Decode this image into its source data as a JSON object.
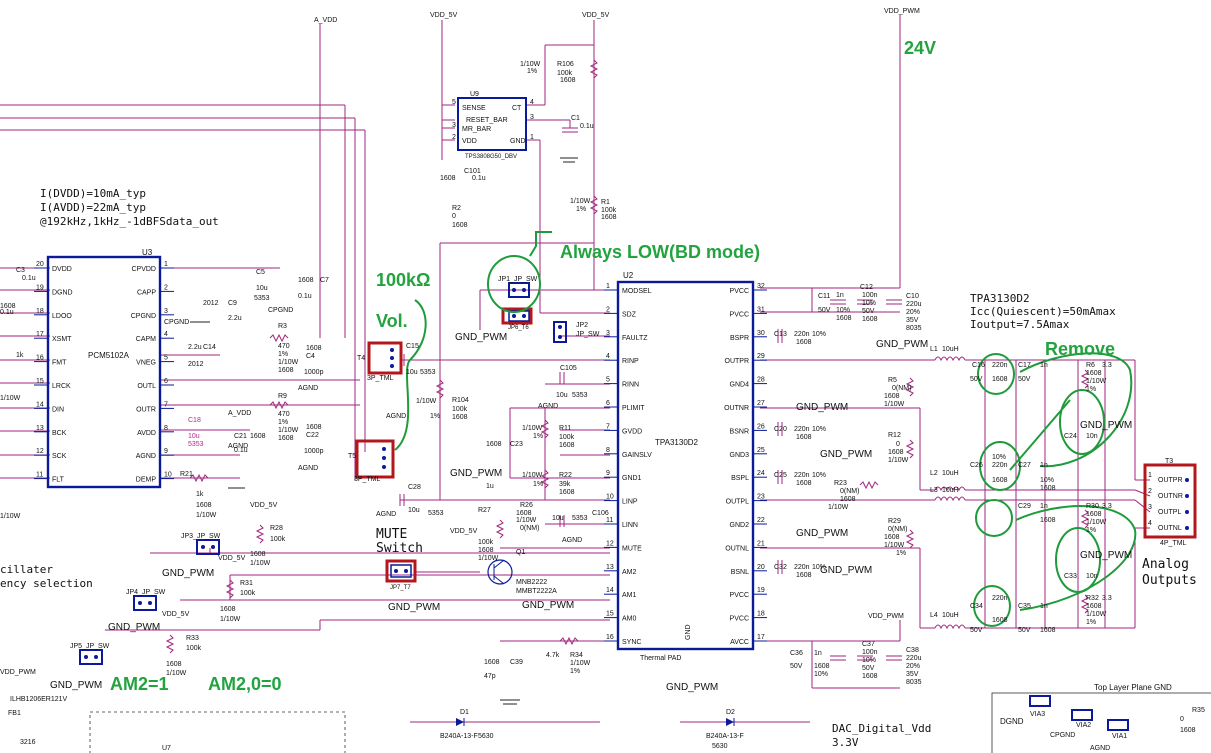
{
  "annotations": {
    "v24": "24V",
    "always_low": "Always LOW(BD mode)",
    "r100k": "100kΩ",
    "vol": "Vol.",
    "remove": "Remove",
    "am2_1": "AM2=1",
    "am20_0": "AM2,0=0",
    "analog_1": "Analog",
    "analog_2": "Outputs"
  },
  "notes": {
    "idvdd": "I(DVDD)=10mA_typ",
    "iavdd": "I(AVDD)=22mA_typ",
    "cond": "@192kHz,1kHz_-1dBFSdata_out",
    "tpa_1": "TPA3130D2",
    "tpa_2": "Icc(Quiescent)=50mAmax",
    "tpa_3": "Ioutput=7.5Amax",
    "mute_1": "MUTE",
    "mute_2": "Switch",
    "osc_1": "cillater",
    "osc_2": "ency selection",
    "dac_1": "DAC_Digital_Vdd",
    "dac_2": "3.3V"
  },
  "nets": {
    "a_vdd_top": "A_VDD",
    "vdd5_a": "VDD_5V",
    "vdd5_b": "VDD_5V",
    "vdd_pwm": "VDD_PWM",
    "vdd_pwm2": "VDD_PWM",
    "a_vdd2": "A_VDD",
    "vdd5_jp3": "VDD_5V",
    "vdd5_jp4": "VDD_5V",
    "vdd5_jp5": "VDD_5V",
    "vdd5_r27": "VDD_5V",
    "vdd_pwm_l": "VDD_PWM",
    "gnd_pwm": [
      "GND_PWM",
      "GND_PWM",
      "GND_PWM",
      "GND_PWM",
      "GND_PWM",
      "GND_PWM",
      "GND_PWM",
      "GND_PWM",
      "GND_PWM",
      "GND_PWM",
      "GND_PWM",
      "GND_PWM",
      "GND_PWM",
      "GND_PWM",
      "GND_PWM"
    ],
    "agnd": [
      "AGND",
      "AGND",
      "AGND",
      "AGND",
      "AGND",
      "AGND",
      "AGND",
      "AGND"
    ],
    "cpgnd": [
      "CPGND",
      "CPGND",
      "CPGND"
    ],
    "dgnd": "DGND",
    "plane": "Top Layer Plane GND"
  },
  "u3": {
    "ref": "U3",
    "name": "PCM5102A",
    "left_pins": [
      {
        "num": "20",
        "name": "DVDD"
      },
      {
        "num": "19",
        "name": "DGND"
      },
      {
        "num": "18",
        "name": "LDOO"
      },
      {
        "num": "17",
        "name": "XSMT"
      },
      {
        "num": "16",
        "name": "FMT"
      },
      {
        "num": "15",
        "name": "LRCK"
      },
      {
        "num": "14",
        "name": "DIN"
      },
      {
        "num": "13",
        "name": "BCK"
      },
      {
        "num": "12",
        "name": "SCK"
      },
      {
        "num": "11",
        "name": "FLT"
      }
    ],
    "right_pins": [
      {
        "num": "1",
        "name": "CPVDD"
      },
      {
        "num": "2",
        "name": "CAPP"
      },
      {
        "num": "3",
        "name": "CPGND"
      },
      {
        "num": "4",
        "name": "CAPM"
      },
      {
        "num": "5",
        "name": "VNEG"
      },
      {
        "num": "6",
        "name": "OUTL"
      },
      {
        "num": "7",
        "name": "OUTR"
      },
      {
        "num": "8",
        "name": "AVDD"
      },
      {
        "num": "9",
        "name": "AGND"
      },
      {
        "num": "10",
        "name": "DEMP"
      }
    ]
  },
  "u2": {
    "ref": "U2",
    "name": "TPA3130D2",
    "thermal": "Thermal PAD",
    "gnd": "GND",
    "left_pins": [
      {
        "num": "1",
        "name": "MODSEL"
      },
      {
        "num": "2",
        "name": "SDZ"
      },
      {
        "num": "3",
        "name": "FAULTZ"
      },
      {
        "num": "4",
        "name": "RINP"
      },
      {
        "num": "5",
        "name": "RINN"
      },
      {
        "num": "6",
        "name": "PLIMIT"
      },
      {
        "num": "7",
        "name": "GVDD"
      },
      {
        "num": "8",
        "name": "GAINSLV"
      },
      {
        "num": "9",
        "name": "GND1"
      },
      {
        "num": "10",
        "name": "LINP"
      },
      {
        "num": "11",
        "name": "LINN"
      },
      {
        "num": "12",
        "name": "MUTE"
      },
      {
        "num": "13",
        "name": "AM2"
      },
      {
        "num": "14",
        "name": "AM1"
      },
      {
        "num": "15",
        "name": "AM0"
      },
      {
        "num": "16",
        "name": "SYNC"
      }
    ],
    "right_pins": [
      {
        "num": "32",
        "name": "PVCC"
      },
      {
        "num": "31",
        "name": "PVCC"
      },
      {
        "num": "30",
        "name": "BSPR"
      },
      {
        "num": "29",
        "name": "OUTPR"
      },
      {
        "num": "28",
        "name": "GND4"
      },
      {
        "num": "27",
        "name": "OUTNR"
      },
      {
        "num": "26",
        "name": "BSNR"
      },
      {
        "num": "25",
        "name": "GND3"
      },
      {
        "num": "24",
        "name": "BSPL"
      },
      {
        "num": "23",
        "name": "OUTPL"
      },
      {
        "num": "22",
        "name": "GND2"
      },
      {
        "num": "21",
        "name": "OUTNL"
      },
      {
        "num": "20",
        "name": "BSNL"
      },
      {
        "num": "19",
        "name": "PVCC"
      },
      {
        "num": "18",
        "name": "PVCC"
      },
      {
        "num": "17",
        "name": "AVCC"
      }
    ]
  },
  "u9": {
    "ref": "U9",
    "part": "TPS3808G50_DBV",
    "pins": [
      {
        "num": "5",
        "name": "SENSE"
      },
      {
        "num": "3",
        "name": "RESET_BAR"
      },
      {
        "num": "3",
        "name": "MR_BAR"
      },
      {
        "num": "2",
        "name": "VDD"
      },
      {
        "num": "4",
        "name": "CT"
      },
      {
        "num": "1",
        "name": "GND"
      }
    ]
  },
  "t3": {
    "ref": "T3",
    "part": "4P_TML",
    "pins": [
      {
        "num": "1",
        "name": "OUTPR"
      },
      {
        "num": "2",
        "name": "OUTNR"
      },
      {
        "num": "3",
        "name": "OUTPL"
      },
      {
        "num": "4",
        "name": "OUTNL"
      }
    ]
  },
  "parts": {
    "r106": [
      "R106",
      "100k",
      "1%",
      "1608",
      "1/10W"
    ],
    "c101": [
      "C101",
      "0.1u",
      "1608"
    ],
    "r2": [
      "R2",
      "0",
      "1608"
    ],
    "r1": [
      "R1",
      "100k",
      "1%",
      "1608",
      "1/10W"
    ],
    "c1": [
      "C1",
      "0.1u",
      "1608"
    ],
    "jp1": [
      "JP1_JP_SW"
    ],
    "jp6": [
      "JP6_T6"
    ],
    "jp2": [
      "JP2",
      "JP_SW"
    ],
    "jp3": [
      "JP3_JP_SW"
    ],
    "jp4": [
      "JP4_JP_SW"
    ],
    "jp5": [
      "JP5_JP_SW"
    ],
    "jp7": [
      "JP7_T7"
    ],
    "t4": [
      "T4",
      "3P_TML"
    ],
    "t5": [
      "T5",
      "3P_TML"
    ],
    "c15": [
      "C15",
      "10u",
      "5353"
    ],
    "c28": [
      "C28",
      "10u",
      "5353"
    ],
    "c105": [
      "C105",
      "10u",
      "5353"
    ],
    "c106": [
      "C106",
      "10u",
      "5353"
    ],
    "r104": [
      "R104",
      "100k",
      "1%",
      "1608",
      "1/10W"
    ],
    "r11": [
      "R11",
      "100k",
      "1%",
      "1608",
      "1/10W"
    ],
    "r22": [
      "R22",
      "39k",
      "1%",
      "1608",
      "1/10W"
    ],
    "c23": [
      "C23",
      "1608",
      "1u"
    ],
    "r26": [
      "R26",
      "0(NM)",
      "1608",
      "1/10W"
    ],
    "r27": [
      "R27",
      "100k",
      "1608",
      "1/10W"
    ],
    "q1": [
      "Q1",
      "MNB2222",
      "MMBT2222A"
    ],
    "c39": [
      "C39",
      "1608",
      "47p"
    ],
    "r34": [
      "R34",
      "4.7k",
      "1/10W",
      "1%"
    ],
    "c12": [
      "C12",
      "100n",
      "10%",
      "50V",
      "1608"
    ],
    "c11": [
      "C11",
      "1n",
      "50V",
      "10%",
      "1608"
    ],
    "c10": [
      "C10",
      "220u",
      "20%",
      "35V",
      "8035"
    ],
    "c13": [
      "C13",
      "220n",
      "10%",
      "1608"
    ],
    "c20": [
      "C20",
      "220n",
      "10%",
      "1608"
    ],
    "c25": [
      "C25",
      "220n",
      "10%",
      "1608"
    ],
    "c32": [
      "C32",
      "220n",
      "10%",
      "1608"
    ],
    "c36": [
      "C36",
      "1n",
      "50V",
      "1608",
      "10%"
    ],
    "c37": [
      "C37",
      "100n",
      "10%",
      "50V",
      "1608"
    ],
    "c38": [
      "C38",
      "220u",
      "20%",
      "35V",
      "8035"
    ],
    "l1": [
      "L1",
      "10uH"
    ],
    "l2": [
      "L2",
      "10uH"
    ],
    "l3": [
      "L3",
      "10uH"
    ],
    "l4": [
      "L4",
      "10uH"
    ],
    "r5": [
      "R5",
      "0(NM)",
      "1608",
      "1/10W"
    ],
    "r12": [
      "R12",
      "0",
      "1608",
      "1/10W"
    ],
    "r23": [
      "R23",
      "0(NM)",
      "1608",
      "1/10W"
    ],
    "r29": [
      "R29",
      "0(NM)",
      "1608",
      "1/10W",
      "1%"
    ],
    "r6": [
      "R6",
      "3.3",
      "1608",
      "1/10W",
      "1%"
    ],
    "r30": [
      "R30",
      "3.3",
      "1608",
      "1/10W",
      "1%"
    ],
    "r32": [
      "R32",
      "3.3",
      "1608",
      "1/10W",
      "1%"
    ],
    "c16": [
      "C16",
      "220n",
      "1608",
      "50V"
    ],
    "c17": [
      "C17",
      "1n",
      "50V"
    ],
    "c26": [
      "C26",
      "220n",
      "1608",
      "10%"
    ],
    "c27": [
      "C27",
      "1n",
      "10%",
      "1608"
    ],
    "c29": [
      "C29",
      "1n",
      "1608"
    ],
    "c34": [
      "C34",
      "220n",
      "1608",
      "50V"
    ],
    "c35": [
      "C35",
      "1n",
      "50V",
      "1608"
    ],
    "c24": [
      "C24",
      "10n"
    ],
    "c33": [
      "C33",
      "10n"
    ],
    "r3": [
      "R3",
      "470",
      "1%",
      "1/10W",
      "1608"
    ],
    "r9": [
      "R9",
      "470",
      "1%",
      "1/10W",
      "1608"
    ],
    "c4": [
      "C4",
      "1000p",
      "1608"
    ],
    "c22": [
      "C22",
      "1000p",
      "1608"
    ],
    "c5": [
      "C5",
      "10u",
      "5353"
    ],
    "c7": [
      "C7",
      "0.1u",
      "1608"
    ],
    "c9": [
      "C9",
      "2.2u",
      "2012"
    ],
    "c14": [
      "C14",
      "2.2u",
      "2012"
    ],
    "c18": [
      "C18",
      "10u",
      "5353"
    ],
    "c21": [
      "C21",
      "0.1u",
      "1608"
    ],
    "r21": [
      "R21",
      "1k",
      "1608",
      "1/10W"
    ],
    "r28": [
      "R28",
      "100k",
      "1608",
      "1/10W"
    ],
    "r31": [
      "R31",
      "100k",
      "1608",
      "1/10W"
    ],
    "r33": [
      "R33",
      "100k",
      "1608",
      "1/10W"
    ],
    "r35": [
      "R35",
      "0",
      "1608"
    ],
    "d1": [
      "D1",
      "B240A-13-F",
      "5630"
    ],
    "d2": [
      "D2",
      "B240A-13-F",
      "5630"
    ],
    "u7": "U7",
    "fb1": [
      "FB1",
      "ILHB1206ER121V",
      "3216"
    ],
    "vias": [
      "VIA3",
      "VIA2",
      "VIA1"
    ],
    "c3": [
      "C3",
      "0.1u"
    ],
    "r1k": "1k",
    "r10w": "1/10W",
    "misc_1608": "1608",
    "misc_0_1u": "0.1u"
  }
}
